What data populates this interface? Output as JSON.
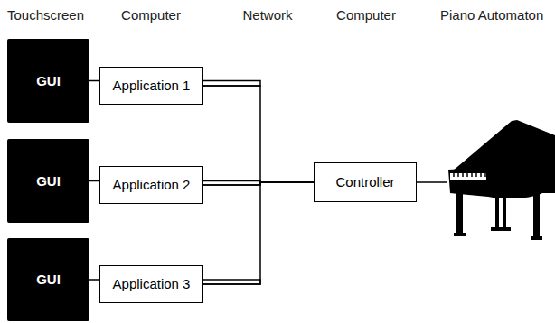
{
  "diagram": {
    "nodes": [
      {
        "text": [
          "GUI"
        ]
      },
      {
        "text": [
          "Application 1"
        ]
      },
      {
        "text": [
          "GUI"
        ]
      },
      {
        "text": [
          "Application 2"
        ]
      },
      {
        "text": [
          "GUI"
        ]
      },
      {
        "text": [
          "Application 3"
        ]
      },
      {
        "text": [
          "Controller"
        ]
      }
    ],
    "edges": [
      {
        "from": 0,
        "to": 1,
        "arrow": "none"
      },
      {
        "from": 2,
        "to": 3,
        "arrow": "none"
      },
      {
        "from": 4,
        "to": 5,
        "arrow": "none"
      },
      {
        "from": 1,
        "to": 6,
        "arrow": "none"
      },
      {
        "from": 3,
        "to": 6,
        "arrow": "none"
      },
      {
        "from": 5,
        "to": 6,
        "arrow": "none"
      }
    ],
    "labels": [
      "Touchscreen",
      "Computer",
      "Network",
      "Computer",
      "Piano Automaton"
    ]
  }
}
